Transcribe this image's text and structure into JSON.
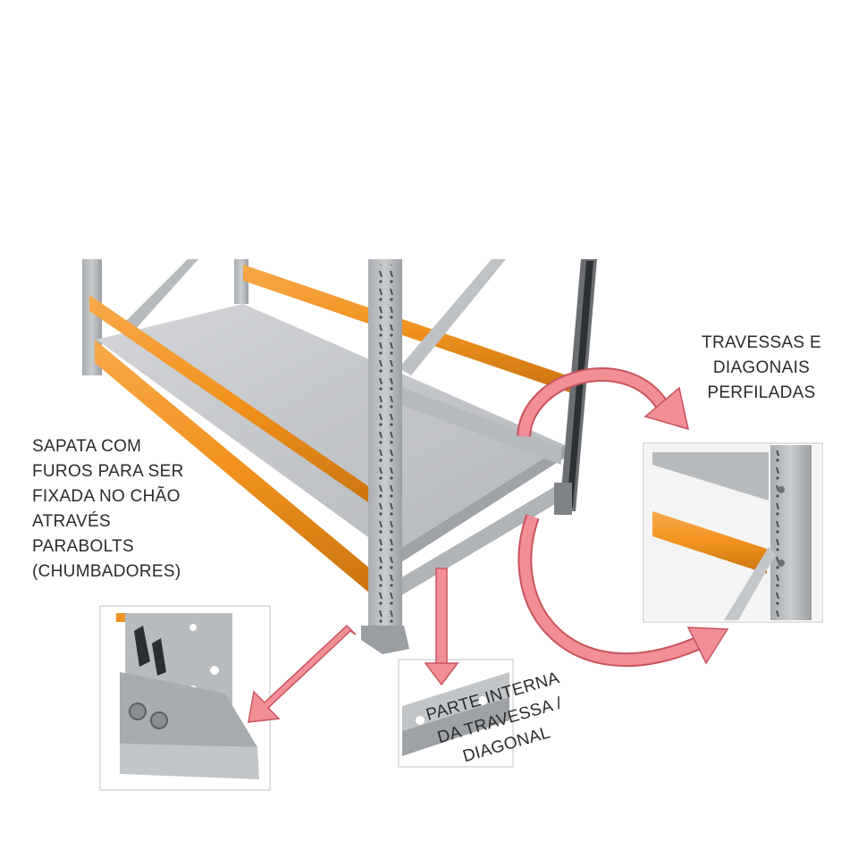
{
  "labels": {
    "travessas": [
      "TRAVESSAS E",
      "DIAGONAIS",
      "PERFILADAS"
    ],
    "sapata": [
      "SAPATA COM",
      "FUROS PARA SER",
      "FIXADA NO CHÃO",
      "ATRAVÉS",
      "PARABOLTS",
      "(CHUMBADORES)"
    ],
    "parte_interna": [
      "PARTE INTERNA",
      "DA TRAVESSA /",
      "DIAGONAL"
    ]
  },
  "colors": {
    "upright": "#b9bcbf",
    "upright_dark": "#8e9296",
    "beam_orange": "#f2921e",
    "shelf_deck": "#c4c6c9",
    "arrow_fill": "#f28e95",
    "arrow_stroke": "#c9545e",
    "text": "#2b2b2b"
  }
}
